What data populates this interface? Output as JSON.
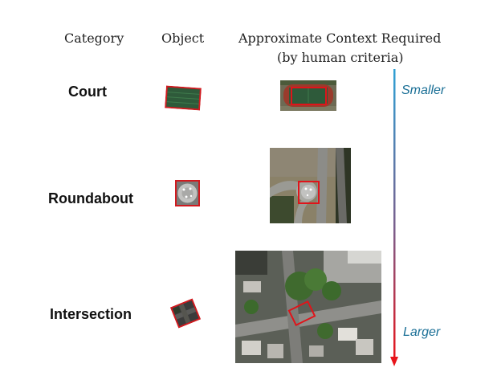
{
  "header": {
    "category": "Category",
    "object": "Object",
    "context_line1": "Approximate Context Required",
    "context_line2": "(by human criteria)"
  },
  "rows": [
    {
      "category": "Court"
    },
    {
      "category": "Roundabout"
    },
    {
      "category": "Intersection"
    }
  ],
  "scale": {
    "top_label": "Smaller",
    "bottom_label": "Larger",
    "gradient_top_color": "#2fa0d4",
    "gradient_bottom_color": "#e8141a"
  },
  "colors": {
    "highlight_box": "#e0141a",
    "court_green": "#2e5a3a",
    "track_red": "#9a3b2c",
    "roundabout_gray": "#b9b9b9"
  }
}
